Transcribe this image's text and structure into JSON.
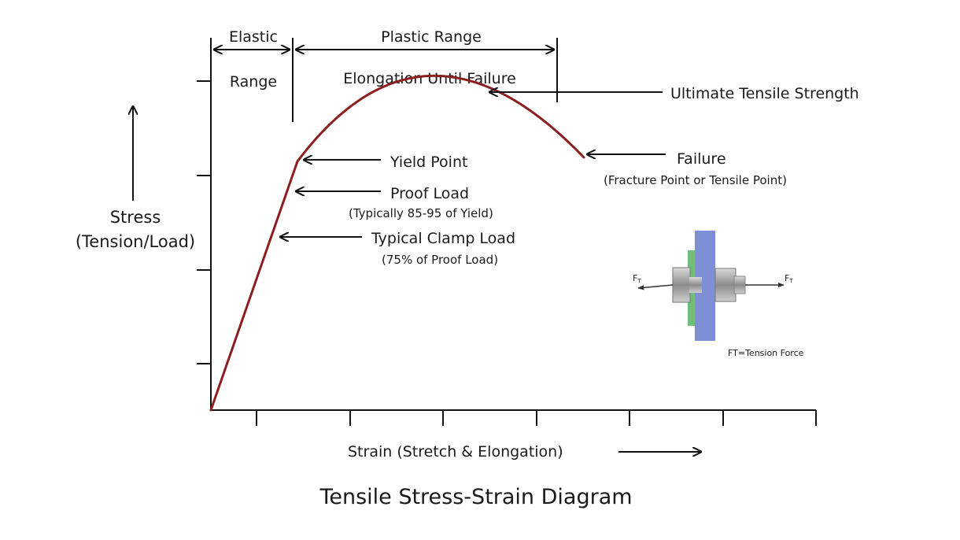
{
  "title": "Tensile Stress-Strain Diagram",
  "y_axis": {
    "line1": "Stress",
    "line2": "(Tension/Load)"
  },
  "x_axis": {
    "label": "Strain (Stretch & Elongation)"
  },
  "ranges": {
    "elastic_line1": "Elastic",
    "elastic_line2": "Range",
    "plastic": "Plastic Range",
    "elongation": "Elongation Until Failure"
  },
  "annotations": {
    "uts": "Ultimate Tensile Strength",
    "yield": "Yield Point",
    "proof": "Proof Load",
    "proof_note": "(Typically 85-95 of Yield)",
    "clamp": "Typical Clamp Load",
    "clamp_note": "(75% of Proof Load)",
    "failure": "Failure",
    "failure_note": "(Fracture Point or Tensile Point)"
  },
  "bolt_figure": {
    "force_left": "F",
    "force_left_sub": "T",
    "force_right": "F",
    "force_right_sub": "T",
    "legend": "FT=Tension Force"
  },
  "colors": {
    "curve": "#8b1e1e",
    "plate": "#7f8fd6",
    "washer": "#6cc07a",
    "bolt": "#9a9a9a"
  }
}
